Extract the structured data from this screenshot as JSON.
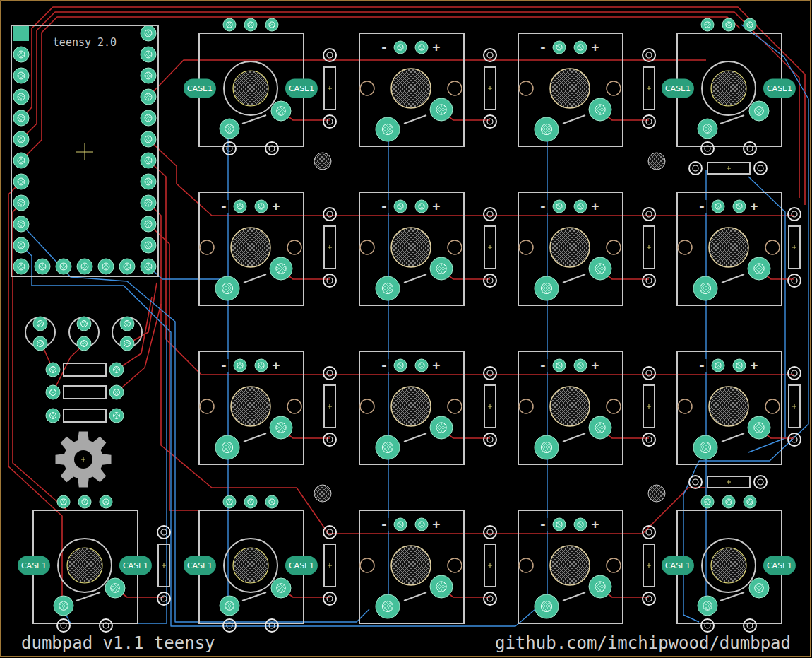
{
  "diagram": {
    "nodes": [
      {
        "text": [
          "teensy 2.0"
        ]
      }
    ],
    "labels": [
      "CASE1",
      "CASE1",
      "CASE1",
      "CASE1",
      "CASE1",
      "CASE1",
      "CASE1",
      "CASE1",
      "CASE1",
      "CASE1",
      "-",
      "+",
      "-",
      "+",
      "-",
      "+",
      "-",
      "+",
      "-",
      "+",
      "-",
      "+",
      "-",
      "+",
      "-",
      "+",
      "-",
      "+",
      "-",
      "+",
      "-",
      "+",
      "-",
      "+",
      "dumbpad v1.1 teensy",
      "github.com/imchipwood/dumbpad"
    ]
  }
}
